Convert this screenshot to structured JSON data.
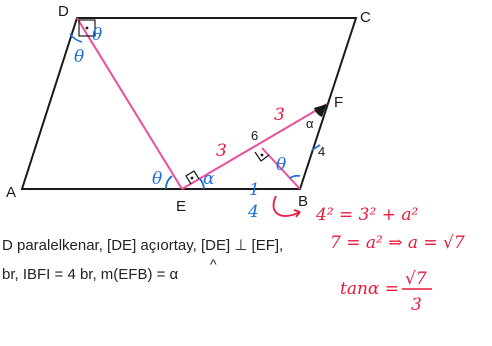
{
  "points": {
    "A": "A",
    "B": "B",
    "C": "C",
    "D": "D",
    "E": "E",
    "F": "F"
  },
  "segment_labels": {
    "bh": "6",
    "bf": "4"
  },
  "angle_labels": {
    "alpha_f": "α",
    "theta_d1": "θ",
    "theta_d2": "θ",
    "theta_e": "θ",
    "alpha_e": "α",
    "theta_b": "θ"
  },
  "handwritten_blue": {
    "eb": "1",
    "eb_num": "4",
    "ef_num": "3",
    "ef_num2": "3"
  },
  "handwritten_red": {
    "eq1": "4² = 3² + a²",
    "eq2": "7 = a² ⇒ a = √7",
    "tan": "tanα =",
    "tan_num": "√7",
    "tan_den": "3"
  },
  "problem": {
    "line1": "D paralelkenar, [DE] açıortay, [DE] ⊥ [EF],",
    "line2": "br, IBFI = 4 br, m(EFB) = α"
  },
  "colors": {
    "line": "#1a1a1a",
    "pink": "#e8509a",
    "blue": "#1e6fd9",
    "red": "#e8193c"
  }
}
